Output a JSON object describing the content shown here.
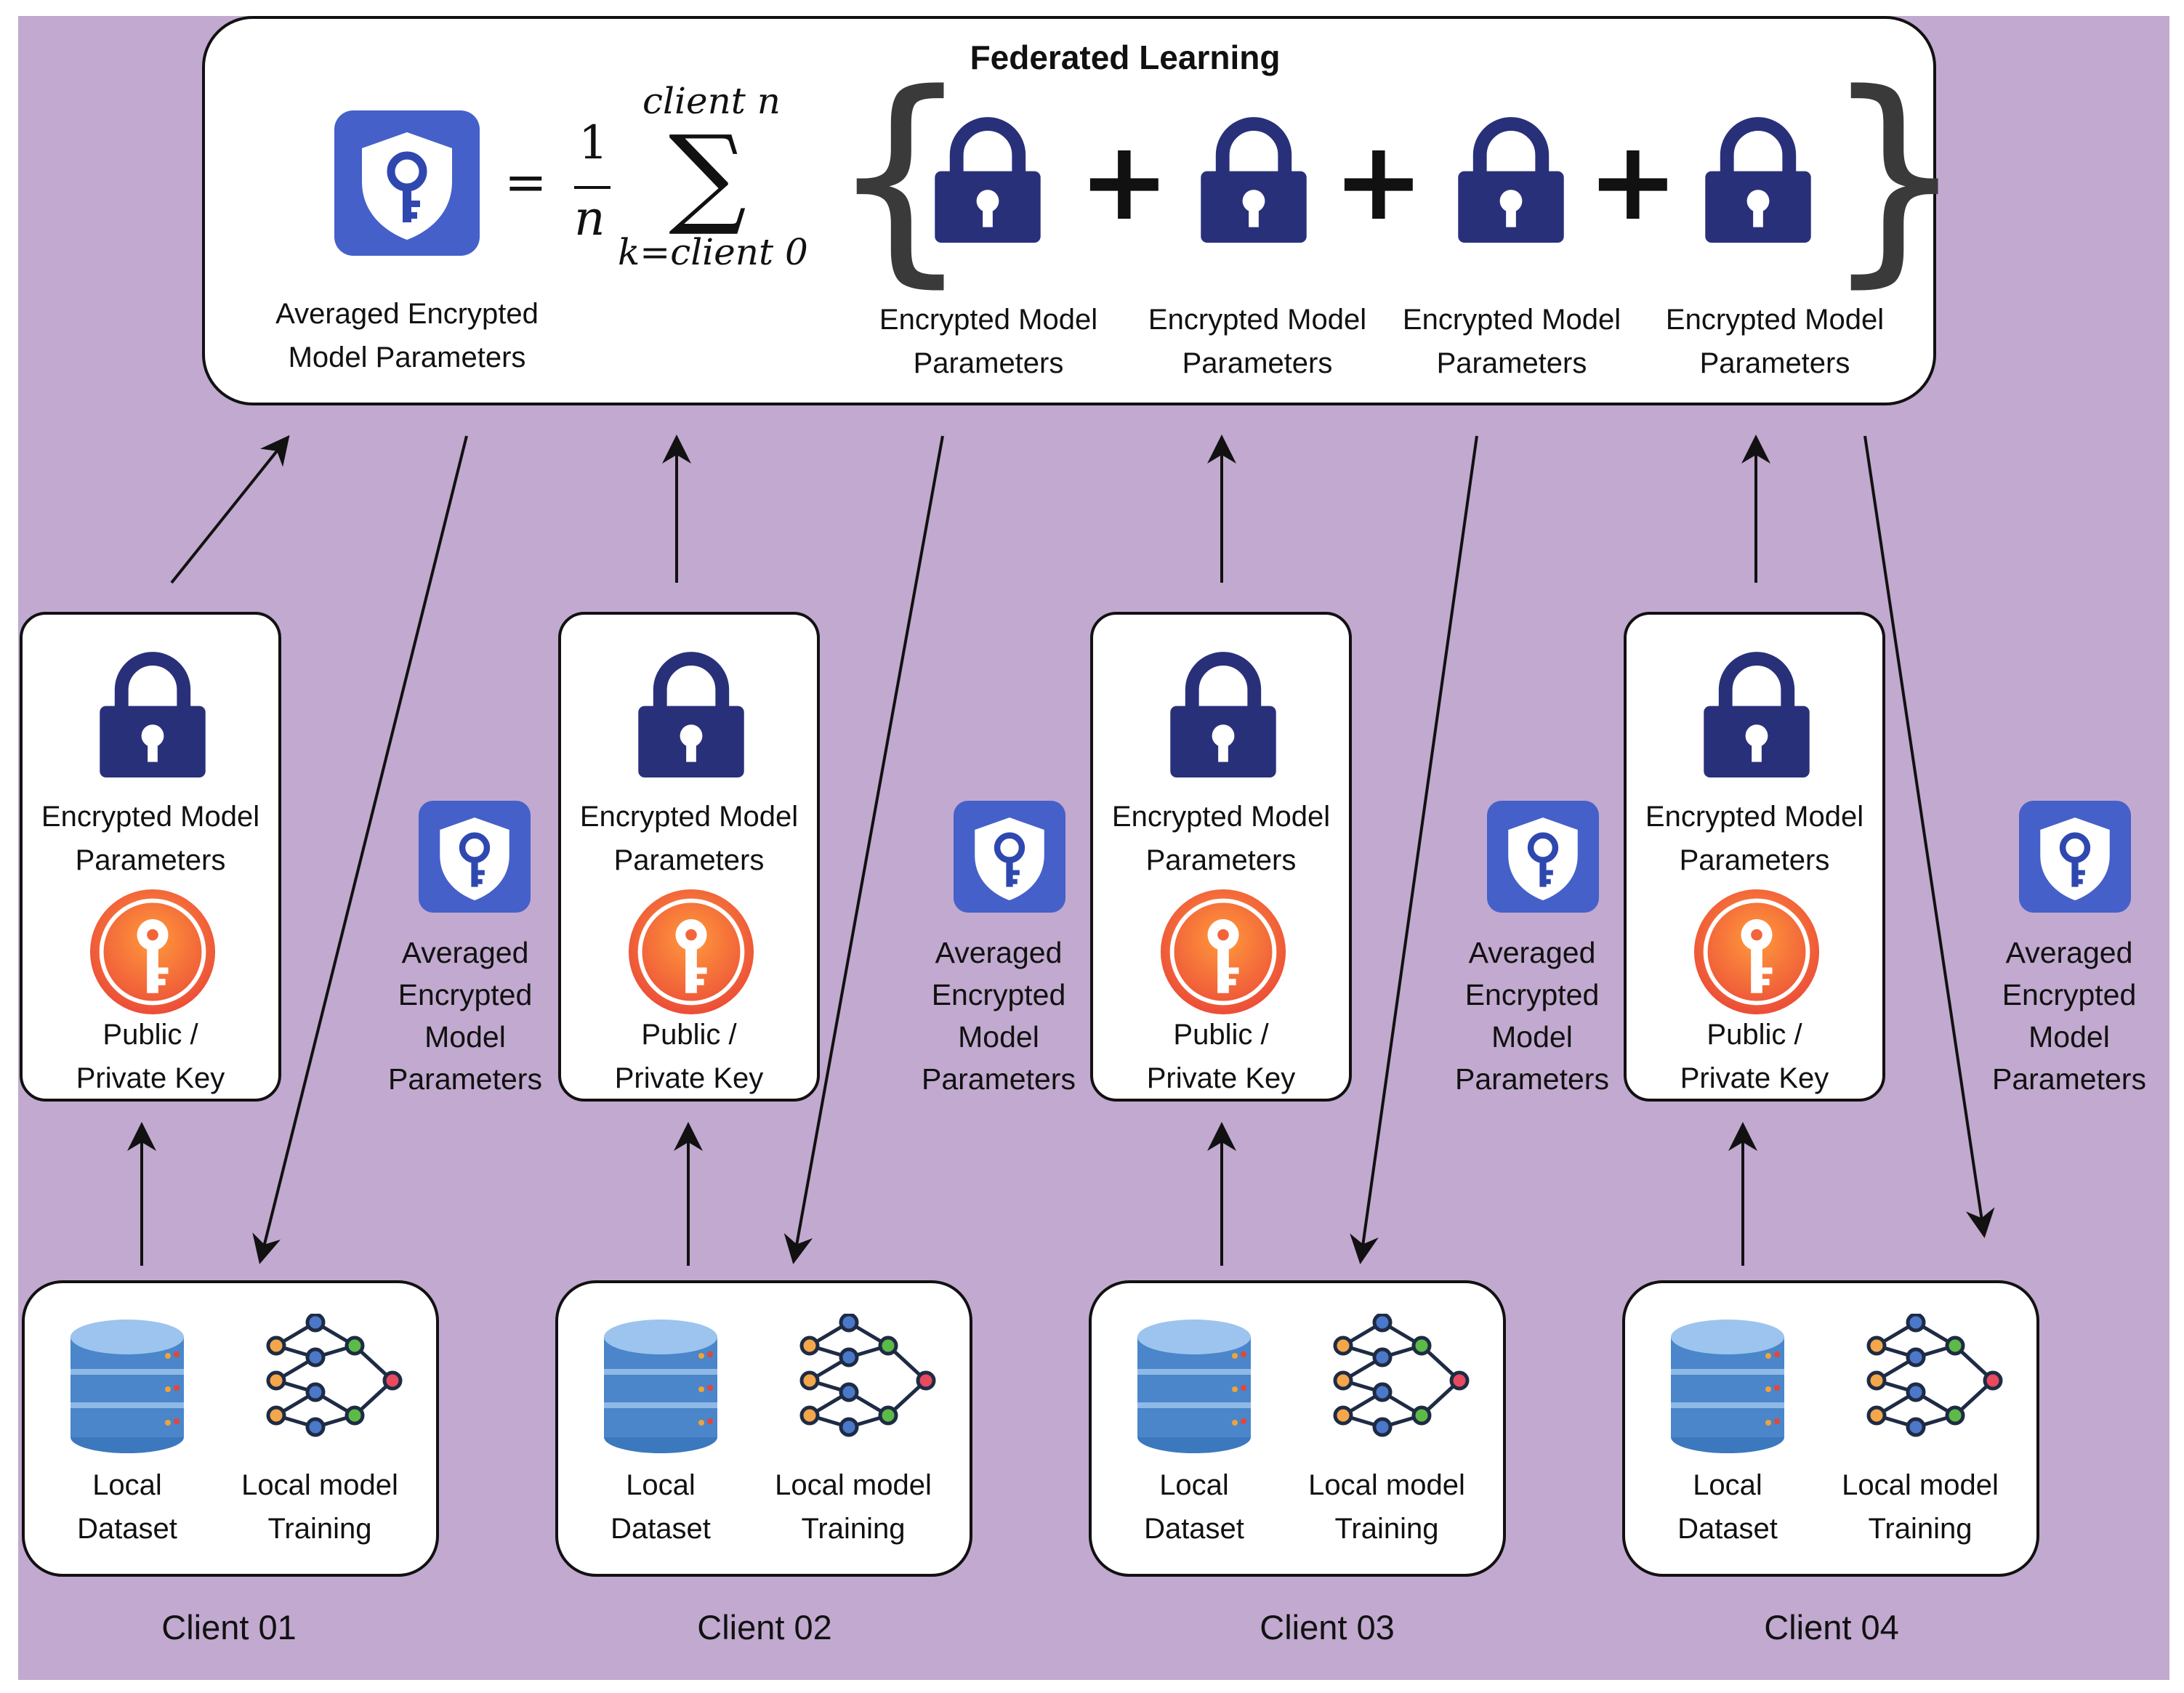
{
  "title": "Federated Learning",
  "formula": {
    "numerator": "1",
    "denominator": "n",
    "sum_upper": "client n",
    "sum_lower": "k=client 0",
    "equals": "=",
    "sigma": "∑",
    "brace_left": "{",
    "brace_right": "}",
    "plus": "+"
  },
  "server": {
    "avg_label": "Averaged Encrypted\nModel Parameters",
    "encrypted_labels": [
      "Encrypted Model\nParameters",
      "Encrypted Model\nParameters",
      "Encrypted Model\nParameters",
      "Encrypted Model\nParameters"
    ]
  },
  "clients": [
    {
      "name": "Client 01",
      "enc_label": "Encrypted Model\nParameters",
      "key_label": "Public /\nPrivate Key",
      "avg_label": "Averaged\nEncrypted\nModel\nParameters",
      "dataset_label": "Local\nDataset",
      "training_label": "Local model\nTraining"
    },
    {
      "name": "Client 02",
      "enc_label": "Encrypted Model\nParameters",
      "key_label": "Public /\nPrivate Key",
      "avg_label": "Averaged\nEncrypted\nModel\nParameters",
      "dataset_label": "Local\nDataset",
      "training_label": "Local model\nTraining"
    },
    {
      "name": "Client 03",
      "enc_label": "Encrypted Model\nParameters",
      "key_label": "Public /\nPrivate Key",
      "avg_label": "Averaged\nEncrypted\nModel\nParameters",
      "dataset_label": "Local\nDataset",
      "training_label": "Local model\nTraining"
    },
    {
      "name": "Client 04",
      "enc_label": "Encrypted Model\nParameters",
      "key_label": "Public /\nPrivate Key",
      "avg_label": "Averaged\nEncrypted\nModel\nParameters",
      "dataset_label": "Local\nDataset",
      "training_label": "Local model\nTraining"
    }
  ],
  "colors": {
    "background": "#c1a9cf",
    "lock": "#29307a",
    "shield_bg": "#4560c8",
    "key_orange": "#f56b2f",
    "database": "#4a86c9"
  },
  "icons": [
    "lock-icon",
    "shield-key-icon",
    "key-badge-icon",
    "database-icon",
    "neural-network-icon"
  ]
}
